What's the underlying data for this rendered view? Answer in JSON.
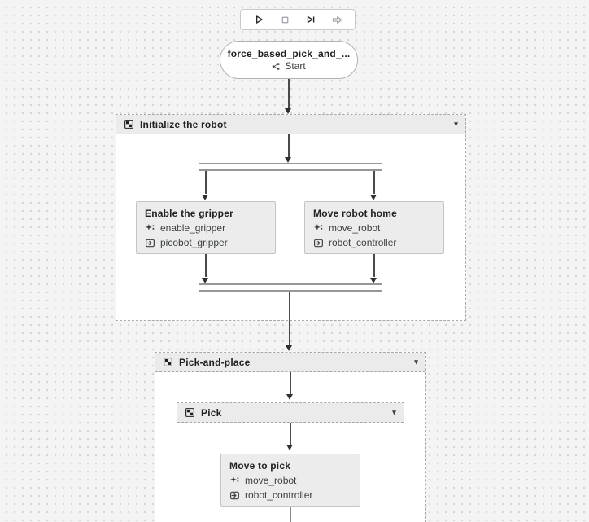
{
  "toolbar": {
    "buttons": [
      {
        "name": "play"
      },
      {
        "name": "stop"
      },
      {
        "name": "skip-next"
      },
      {
        "name": "continue"
      }
    ]
  },
  "start_node": {
    "title": "force_based_pick_and_...",
    "label": "Start"
  },
  "containers": {
    "initialize": {
      "title": "Initialize the robot"
    },
    "pick_and_place": {
      "title": "Pick-and-place"
    },
    "pick": {
      "title": "Pick"
    }
  },
  "nodes": {
    "enable_gripper": {
      "title": "Enable the gripper",
      "skill": "enable_gripper",
      "resource": "picobot_gripper"
    },
    "move_robot_home": {
      "title": "Move robot home",
      "skill": "move_robot",
      "resource": "robot_controller"
    },
    "move_to_pick": {
      "title": "Move to pick",
      "skill": "move_robot",
      "resource": "robot_controller"
    }
  },
  "icons": {
    "caret": "▾"
  },
  "colors": {
    "canvas_bg": "#f4f4f5",
    "dot": "#d7d7d9",
    "container_header_bg": "#ebebeb",
    "dashed_border": "#a8a8a8",
    "node_bg": "#ececec",
    "node_border": "#c5c5c5",
    "text_primary": "#202124",
    "text_secondary": "#3c4043",
    "connector": "#4a4a4a",
    "parallel_bar": "#979797"
  }
}
